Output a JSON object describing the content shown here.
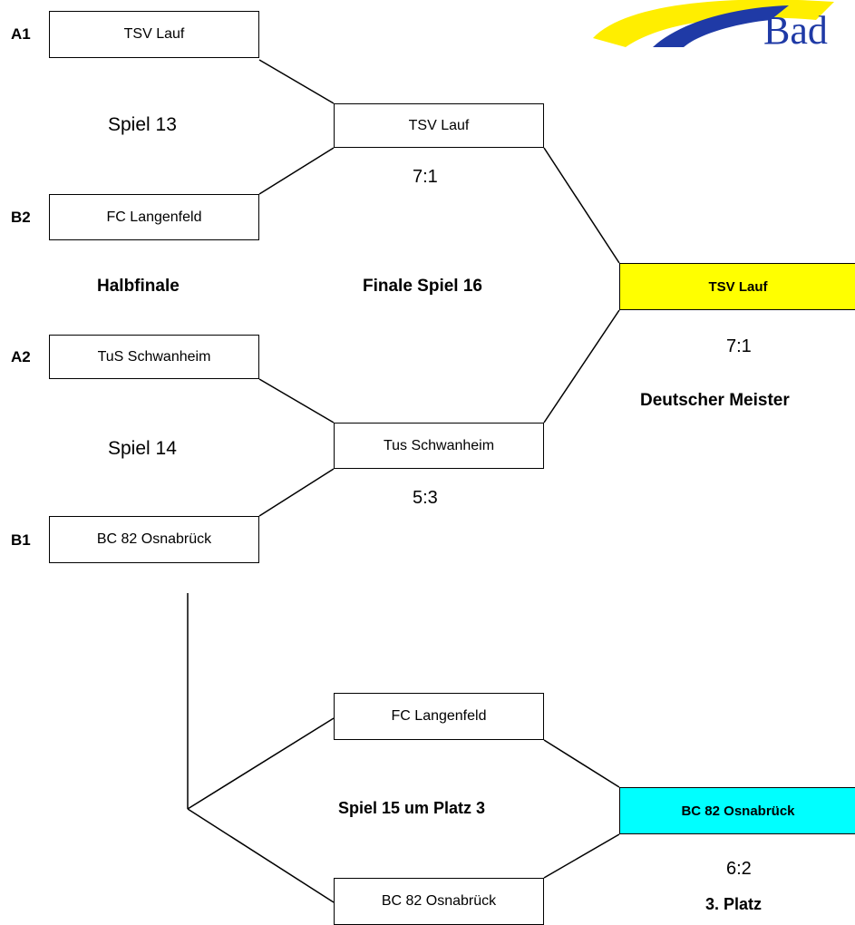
{
  "colors": {
    "champion": "#ffff00",
    "third_place": "#00ffff",
    "logo_yellow": "#ffee00",
    "logo_blue": "#1f3aa6"
  },
  "logo": {
    "text": "Bad"
  },
  "semifinals": [
    {
      "label": "Spiel 13",
      "top": {
        "seed": "A1",
        "team": "TSV Lauf"
      },
      "bottom": {
        "seed": "B2",
        "team": "FC Langenfeld"
      },
      "winner": "TSV Lauf",
      "score": "7:1"
    },
    {
      "label": "Spiel 14",
      "top": {
        "seed": "A2",
        "team": "TuS Schwanheim"
      },
      "bottom": {
        "seed": "B1",
        "team": "BC 82 Osnabrück"
      },
      "winner": "Tus Schwanheim",
      "score": "5:3"
    }
  ],
  "headers": {
    "semifinal": "Halbfinale",
    "final": "Finale Spiel 16"
  },
  "final": {
    "winner": "TSV Lauf",
    "score": "7:1",
    "title": "Deutscher Meister"
  },
  "third_place_match": {
    "label": "Spiel 15 um Platz 3",
    "top": "FC Langenfeld",
    "bottom": "BC 82 Osnabrück",
    "winner": "BC 82 Osnabrück",
    "score": "6:2",
    "title": "3. Platz"
  }
}
